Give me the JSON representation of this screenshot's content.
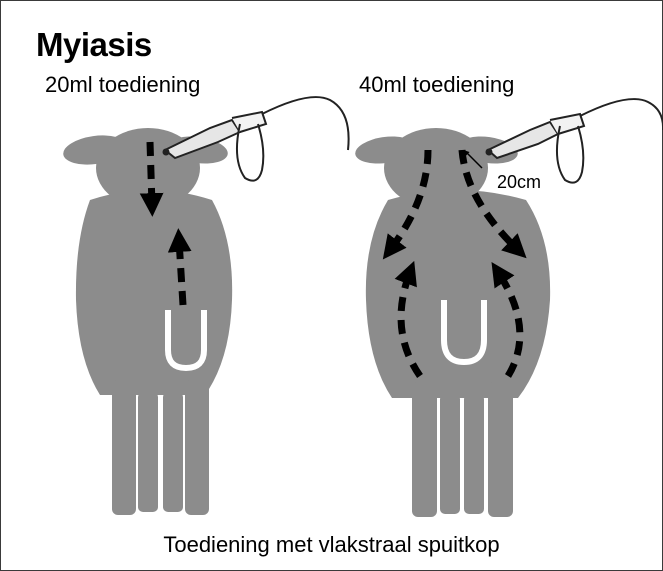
{
  "title": "Myiasis",
  "panels": [
    {
      "label": "20ml toediening"
    },
    {
      "label": "40ml toediening",
      "distance_label": "20cm"
    }
  ],
  "caption": "Toediening met vlakstraal spuitkop",
  "colors": {
    "sheep": "#8c8c8c",
    "arrows": "#000000",
    "border": "#3a3a3a",
    "background": "#ffffff"
  }
}
